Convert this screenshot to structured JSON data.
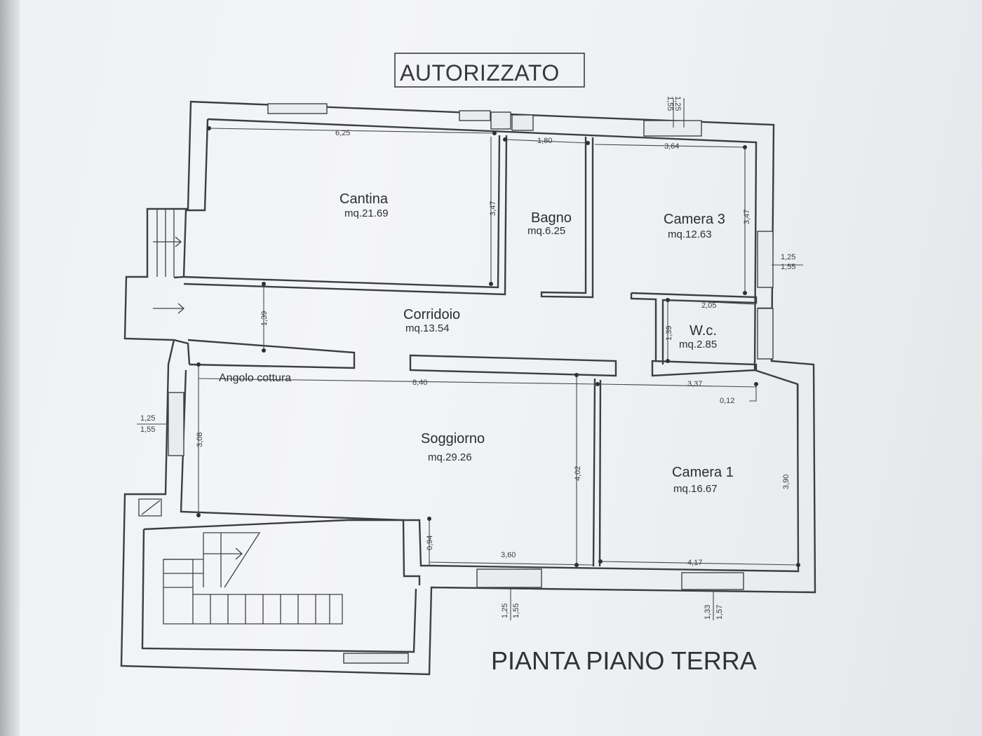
{
  "stamp": "AUTORIZZATO",
  "plan_title": "PIANTA PIANO TERRA",
  "rooms": {
    "cantina": {
      "name": "Cantina",
      "area": "mq.21.69"
    },
    "bagno": {
      "name": "Bagno",
      "area": "mq.6.25"
    },
    "camera3": {
      "name": "Camera 3",
      "area": "mq.12.63"
    },
    "corridoio": {
      "name": "Corridoio",
      "area": "mq.13.54"
    },
    "wc": {
      "name": "W.c.",
      "area": "mq.2.85"
    },
    "soggiorno": {
      "name": "Soggiorno",
      "area": "mq.29.26"
    },
    "camera1": {
      "name": "Camera 1",
      "area": "mq.16.67"
    }
  },
  "kitchen_label": "Angolo cottura",
  "dimensions": {
    "cantina_width": "6,25",
    "cantina_height": "3,47",
    "bagno_width": "1,80",
    "camera3_width": "3,64",
    "camera3_height": "3,47",
    "corridoio_height": "1,39",
    "wc_width": "2,05",
    "wc_height": "1,39",
    "soggiorno_width": "8,40",
    "soggiorno_left_height": "3,08",
    "soggiorno_right_height": "4,02",
    "camera1_top_width": "3,37",
    "camera1_offset": "0,12",
    "camera1_height": "3,90",
    "soggiorno_bottom_width": "3,60",
    "soggiorno_step": "0,94",
    "camera1_bottom_width": "4,17"
  },
  "windows": {
    "top_right": {
      "a": "1,25",
      "b": "1,55"
    },
    "right_side": {
      "a": "1,25",
      "b": "1,55"
    },
    "left_side": {
      "a": "1,25",
      "b": "1,55"
    },
    "bottom_mid": {
      "a": "1,25",
      "b": "1,55"
    },
    "bottom_right": {
      "a": "1,33",
      "b": "1,57"
    }
  }
}
